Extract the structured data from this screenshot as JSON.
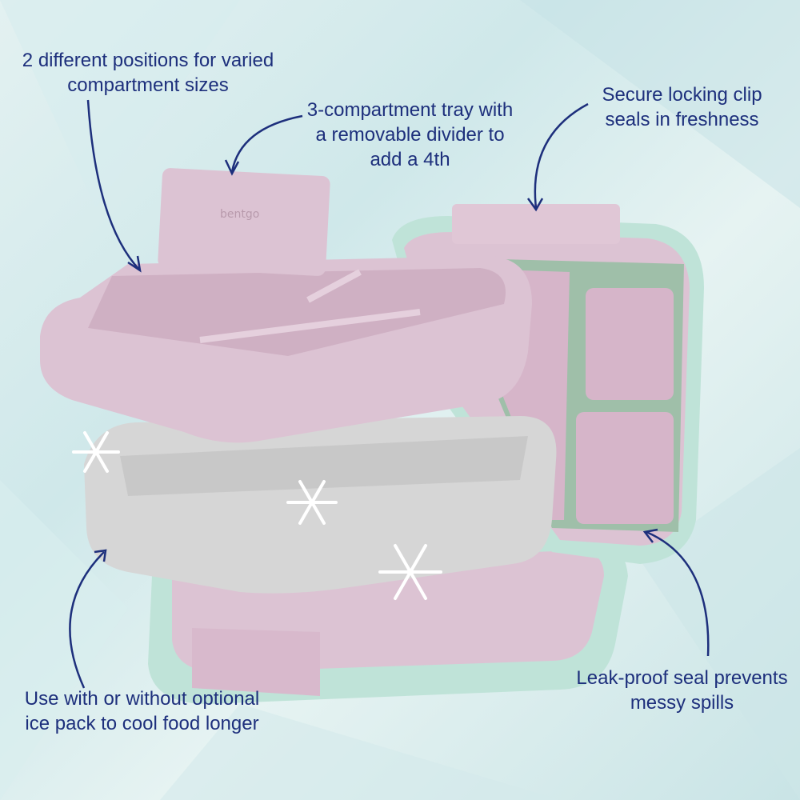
{
  "callouts": {
    "positions": "2 different positions for varied compartment sizes",
    "tray": "3-compartment tray with a removable divider to add a 4th",
    "clip": "Secure locking clip seals in freshness",
    "ice": "Use with or without optional ice pack to cool food longer",
    "seal": "Leak-proof seal prevents messy spills"
  },
  "brand": "bentgo",
  "colors": {
    "text": "#1d2f7c",
    "tray": "#dcc3d3",
    "ice_pack": "#d6d6d6",
    "shell": "#bfe3d8",
    "seal": "#9fbfa9"
  }
}
